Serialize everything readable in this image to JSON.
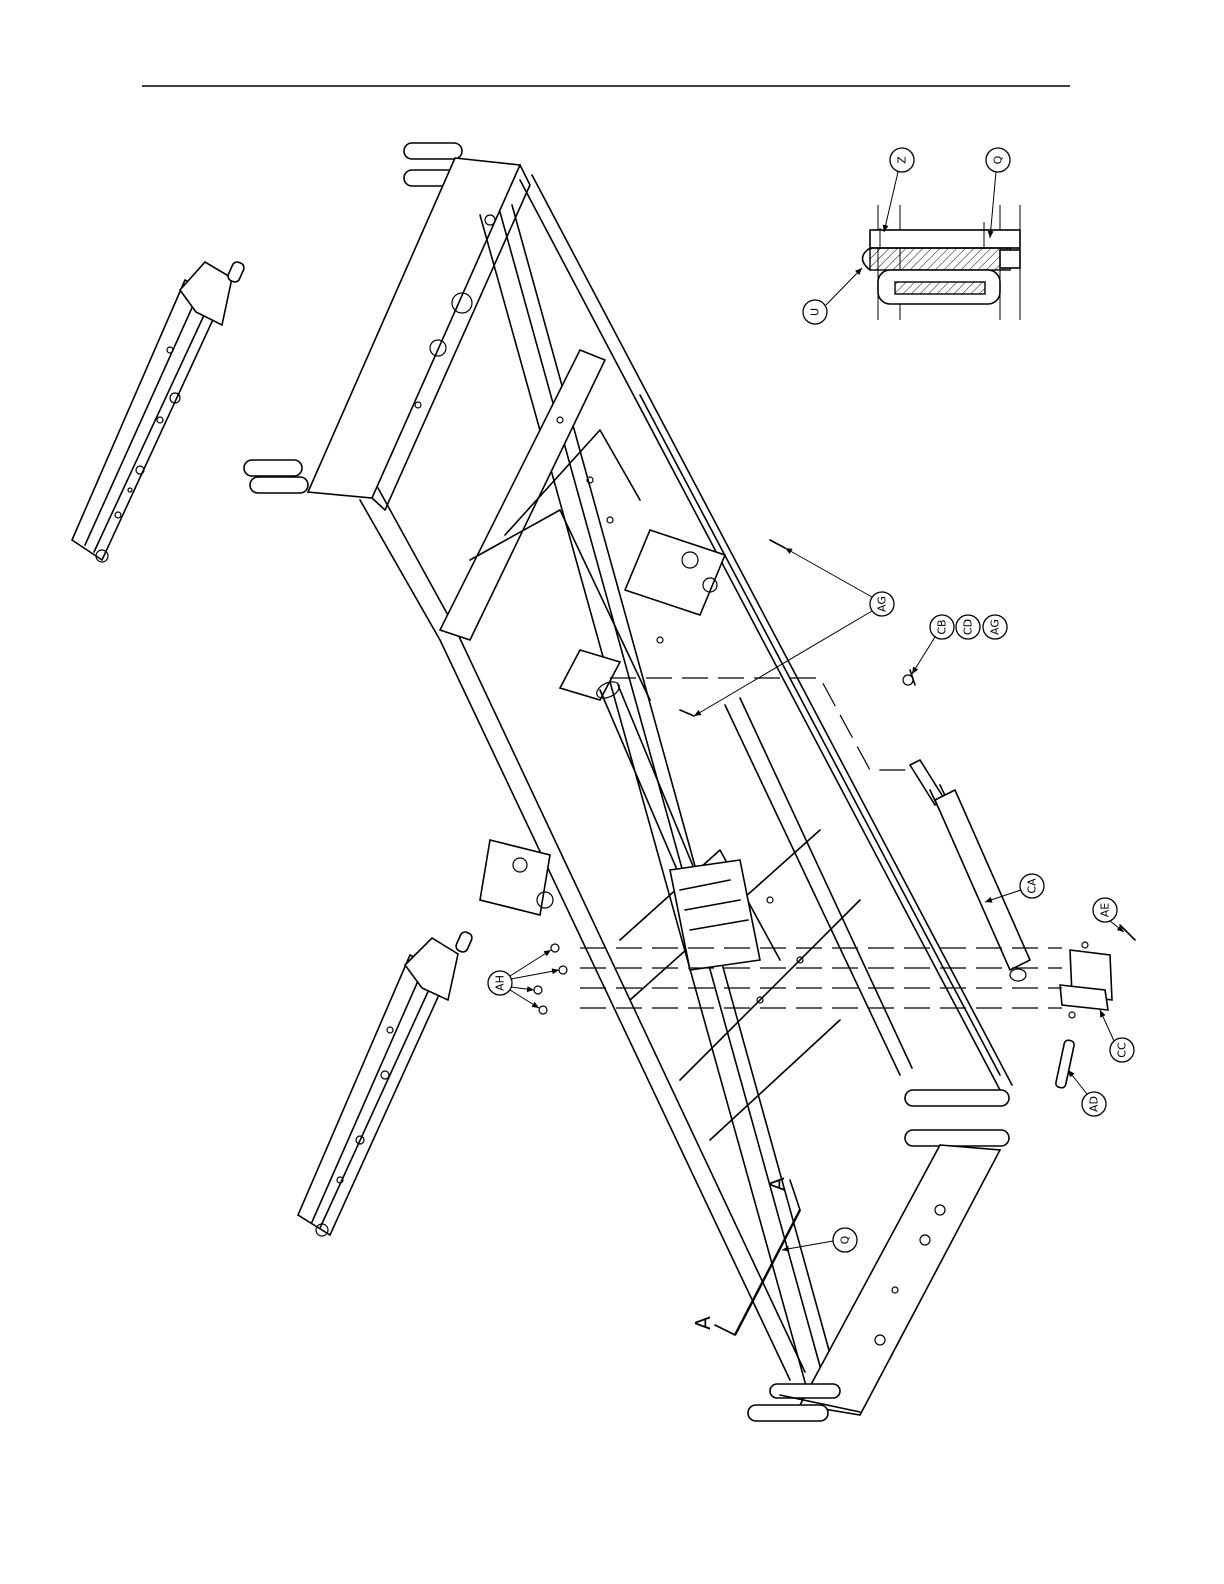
{
  "drawing": {
    "callouts": {
      "z": "Z",
      "q_detail": "Q",
      "u": "U",
      "ag_main": "AG",
      "cb": "CB",
      "cd": "CD",
      "ag_group": "AG",
      "ca": "CA",
      "ae": "AE",
      "cc": "CC",
      "ad": "AD",
      "ah": "AH",
      "q_main": "Q"
    },
    "section_marks": {
      "upper": "A",
      "lower": "A"
    }
  }
}
